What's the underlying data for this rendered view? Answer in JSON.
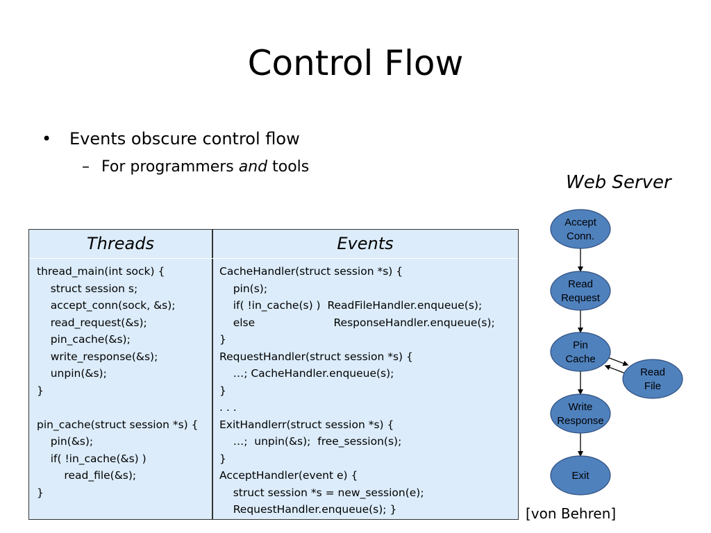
{
  "slide": {
    "title": "Control Flow",
    "bullet": "Events obscure control flow",
    "sub_bullet_prefix": "For programmers ",
    "sub_bullet_emph": "and",
    "sub_bullet_suffix": "  tools"
  },
  "table": {
    "threads_header": "Threads",
    "events_header": "Events",
    "threads_code": [
      "thread_main(int sock) {",
      "    struct session s;",
      "    accept_conn(sock, &s);",
      "    read_request(&s);",
      "    pin_cache(&s);",
      "    write_response(&s);",
      "    unpin(&s);",
      "}",
      "",
      "pin_cache(struct session *s) {",
      "    pin(&s);",
      "    if( !in_cache(&s) )",
      "        read_file(&s);",
      "}"
    ],
    "events_code": [
      "CacheHandler(struct session *s) {",
      "    pin(s);",
      "    if( !in_cache(s) )  ReadFileHandler.enqueue(s);",
      "    else                       ResponseHandler.enqueue(s);",
      "}",
      "RequestHandler(struct session *s) {",
      "    …; CacheHandler.enqueue(s);",
      "}",
      ". . .",
      "ExitHandlerr(struct session *s) {",
      "    …;  unpin(&s);  free_session(s);",
      "}",
      "AcceptHandler(event e) {",
      "    struct session *s = new_session(e);",
      "    RequestHandler.enqueue(s); }"
    ]
  },
  "diagram": {
    "title": "Web Server",
    "node_fill": "#4f81bd",
    "nodes": [
      {
        "id": "accept",
        "lines": [
          "Accept",
          "Conn."
        ]
      },
      {
        "id": "read",
        "lines": [
          "Read",
          "Request"
        ]
      },
      {
        "id": "pin",
        "lines": [
          "Pin",
          "Cache"
        ]
      },
      {
        "id": "readfile",
        "lines": [
          "Read",
          "File"
        ]
      },
      {
        "id": "write",
        "lines": [
          "Write",
          "Response"
        ]
      },
      {
        "id": "exit",
        "lines": [
          "Exit"
        ]
      }
    ],
    "edges": [
      {
        "from": "accept",
        "to": "read"
      },
      {
        "from": "read",
        "to": "pin"
      },
      {
        "from": "pin",
        "to": "readfile"
      },
      {
        "from": "readfile",
        "to": "pin"
      },
      {
        "from": "pin",
        "to": "write"
      },
      {
        "from": "write",
        "to": "exit"
      }
    ]
  },
  "citation": "[von Behren]"
}
